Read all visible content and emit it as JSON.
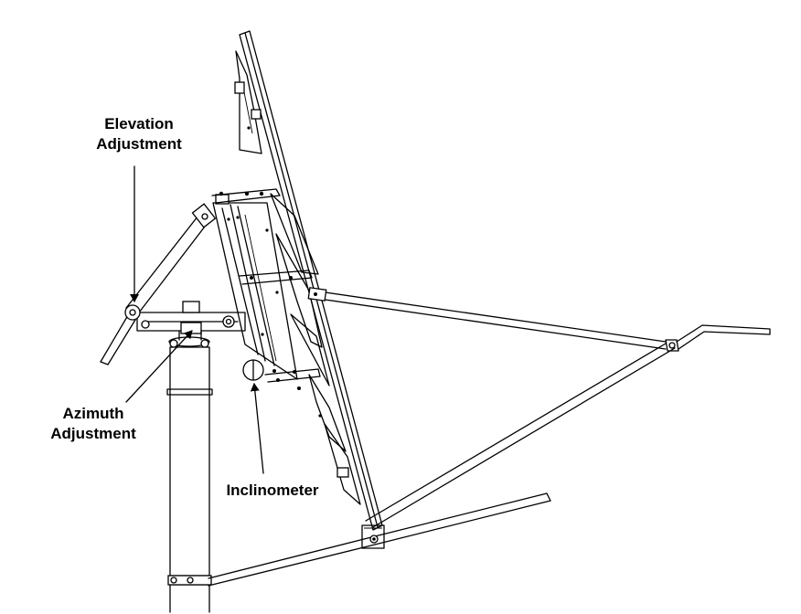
{
  "labels": {
    "elevation_line1": "Elevation",
    "elevation_line2": "Adjustment",
    "azimuth_line1": "Azimuth",
    "azimuth_line2": "Adjustment",
    "inclinometer": "Inclinometer"
  },
  "colors": {
    "line": "#000000",
    "background": "#ffffff"
  }
}
